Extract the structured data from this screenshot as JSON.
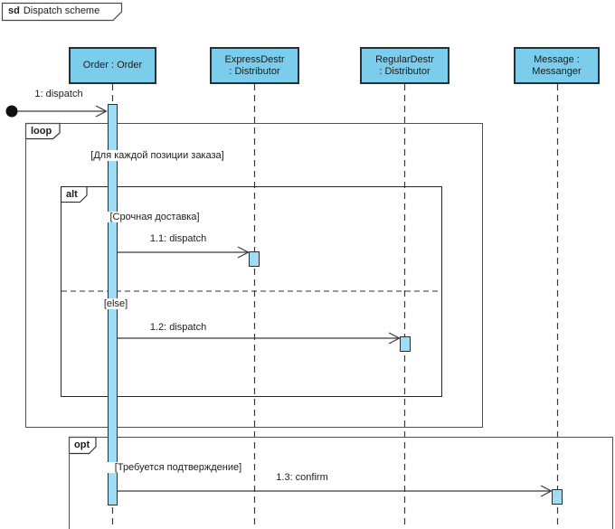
{
  "diagram": {
    "kind": "uml-sequence-diagram",
    "title": {
      "keyword": "sd",
      "name": "Dispatch scheme"
    },
    "lifelines": [
      {
        "id": "order",
        "label": "Order : Order"
      },
      {
        "id": "express-destr",
        "label": "ExpressDestr\n: Distributor"
      },
      {
        "id": "regular-destr",
        "label": "RegularDestr\n: Distributor"
      },
      {
        "id": "messanger",
        "label": "Message :\nMessanger"
      }
    ],
    "messages": [
      {
        "label": "1: dispatch",
        "from": "found",
        "to": "order"
      },
      {
        "label": "1.1: dispatch",
        "from": "order",
        "to": "express-destr"
      },
      {
        "label": "1.2: dispatch",
        "from": "order",
        "to": "regular-destr"
      },
      {
        "label": "1.3: confirm",
        "from": "order",
        "to": "messanger"
      }
    ],
    "fragments": [
      {
        "operator": "loop",
        "guard": "[Для каждой позиции заказа]"
      },
      {
        "operator": "alt",
        "guards": [
          "[Срочная доставка]",
          "[else]"
        ]
      },
      {
        "operator": "opt",
        "guard": "[Требуется подтверждение]"
      }
    ],
    "colors": {
      "lifeline_head_fill": "#7ccdeb",
      "activation_fill": "#9fdcf5",
      "shape_border": "#2d2d2d",
      "frame_border": "#4f4f4f",
      "line": "#3a3a3a",
      "background": "#ffffff"
    }
  }
}
